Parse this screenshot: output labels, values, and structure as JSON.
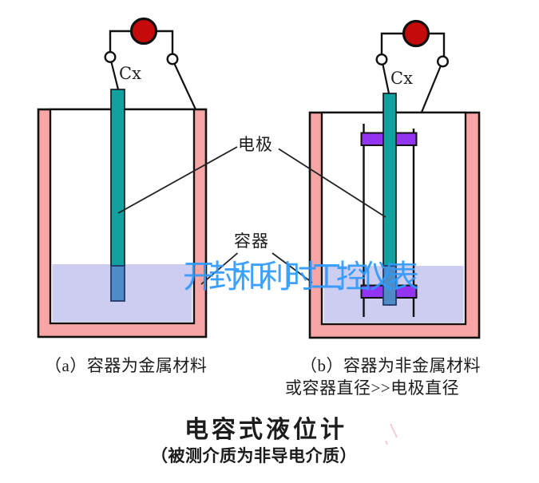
{
  "meters": {
    "cx_label": "Cx"
  },
  "annotations": {
    "electrode": "电极",
    "vessel": "容器"
  },
  "captions": {
    "a": "（a）容器为金属材料",
    "b_line1": "（b）容器为非金属材料",
    "b_line2": "或容器直径>>电极直径"
  },
  "footer": {
    "title": "电容式液位计",
    "subtitle": "（被测介质为非导电介质）"
  },
  "watermark": {
    "text": "开封和利时工控仪表",
    "color": "#2E9AFE"
  },
  "colors": {
    "electrode_teal": "#11A2A0",
    "electrode_submerged": "#4E8CC8",
    "vessel_wall_pink": "#F7A5A5",
    "liquid_lavender": "#CDCDF2",
    "insulator_purple": "#9335F0",
    "meter_red": "#C40A0A",
    "watermark_blue": "#2E9AFE",
    "line_black": "#111111"
  }
}
